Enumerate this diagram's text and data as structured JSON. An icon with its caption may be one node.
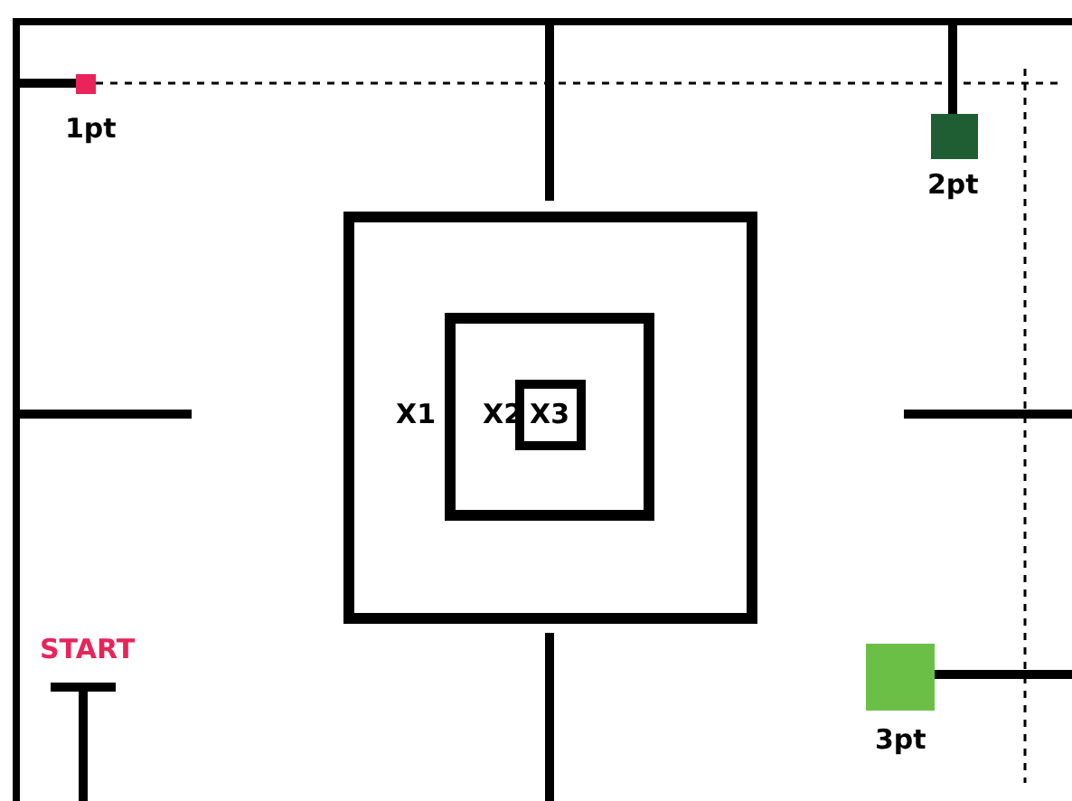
{
  "diagram": {
    "nodes": [
      {
        "text": [
          "X1"
        ]
      },
      {
        "text": [
          "X2"
        ],
        "in": 0
      },
      {
        "text": [
          "X3"
        ],
        "in": 1
      },
      {
        "text": [],
        "shape": "box",
        "beside": [
          "1pt"
        ]
      },
      {
        "text": [],
        "shape": "box",
        "beside": [
          "2pt"
        ]
      },
      {
        "text": [],
        "shape": "box",
        "beside": [
          "3pt"
        ]
      }
    ],
    "labels": [
      "START"
    ]
  }
}
